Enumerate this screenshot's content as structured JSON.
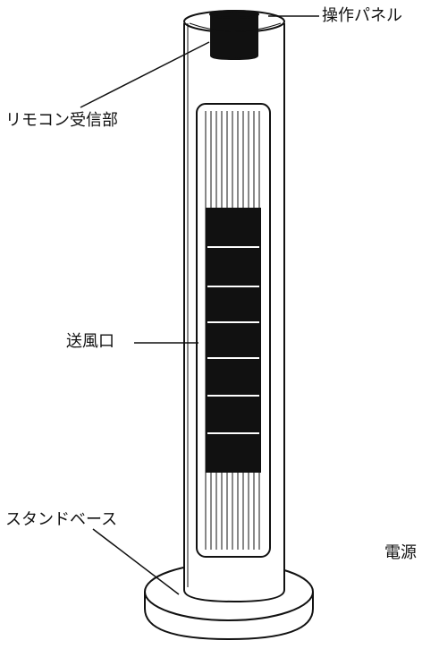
{
  "labels": {
    "control_panel": "操作パネル",
    "remote_receiver": "リモコン受信部",
    "air_outlet": "送風口",
    "stand_base": "スタンドベース",
    "power": "電源"
  }
}
